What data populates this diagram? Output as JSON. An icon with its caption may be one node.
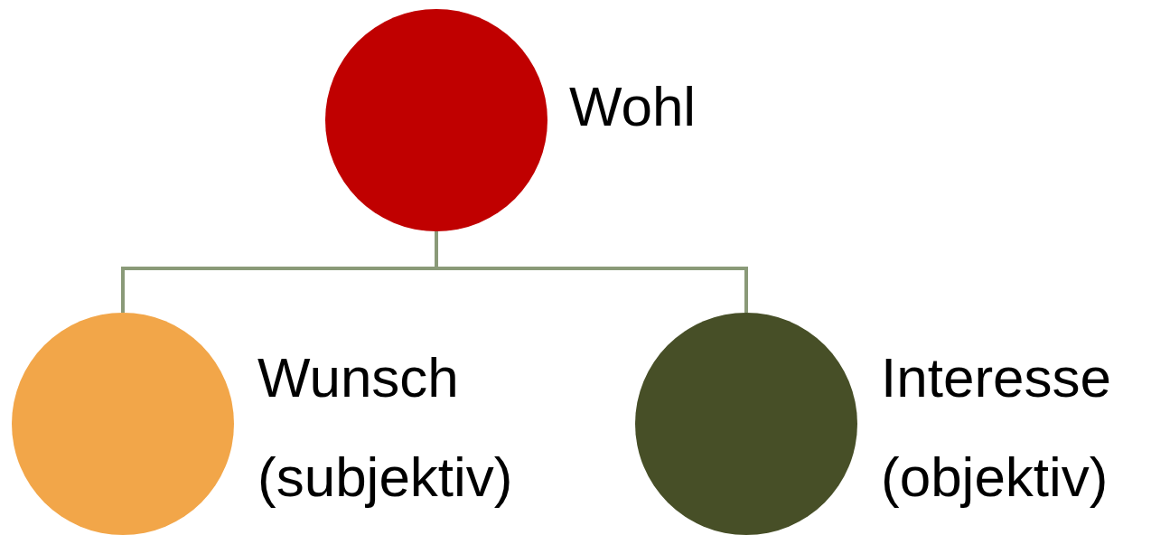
{
  "diagram": {
    "nodes": [
      {
        "text": [
          "Wohl"
        ]
      },
      {
        "text": [
          "Wunsch (subjektiv)"
        ]
      },
      {
        "text": [
          "Interesse (objektiv)"
        ]
      }
    ],
    "edges": [
      {
        "from": 0,
        "to": 1,
        "arrow": "none"
      },
      {
        "from": 0,
        "to": 2,
        "arrow": "none"
      }
    ]
  }
}
